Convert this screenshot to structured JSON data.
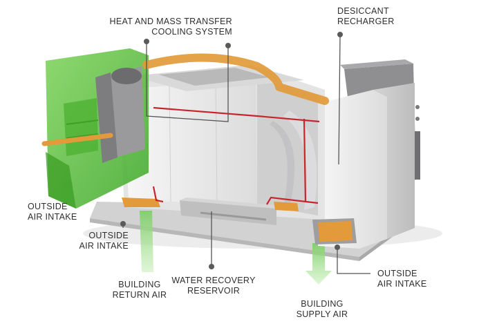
{
  "labels": {
    "heat_mass": [
      "HEAT AND MASS TRANSFER",
      "COOLING SYSTEM"
    ],
    "desiccant": [
      "DESICCANT",
      "RECHARGER"
    ],
    "outside_left": [
      "OUTSIDE",
      "AIR INTAKE"
    ],
    "outside_mid": [
      "OUTSIDE",
      "AIR INTAKE"
    ],
    "building_return": [
      "BUILDING",
      "RETURN AIR"
    ],
    "water_recovery": [
      "WATER RECOVERY",
      "RESERVOIR"
    ],
    "building_supply": [
      "BUILDING",
      "SUPPLY AIR"
    ],
    "outside_right": [
      "OUTSIDE",
      "AIR INTAKE"
    ]
  },
  "colors": {
    "green_module": "#5fbf3f",
    "green_arrow": "#9ad884",
    "orange_duct": "#e29a3a",
    "red_pipe": "#c8242c",
    "housing": "#e9e9ea",
    "callout": "#555555"
  }
}
